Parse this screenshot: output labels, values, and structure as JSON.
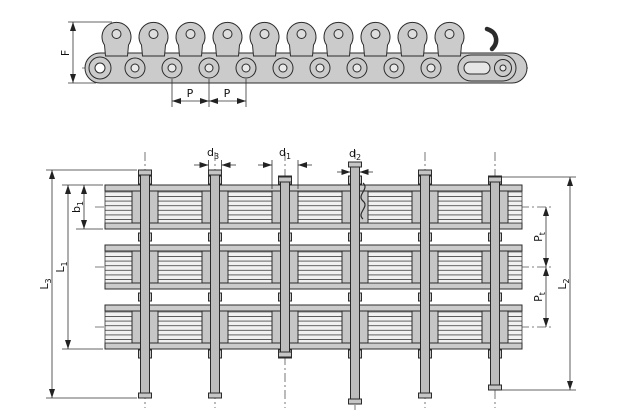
{
  "drawing": {
    "description": "Engineering drawing of a multi-strand scalloped-plate roller chain: side elevation (top) and plan view of triplex strands (bottom) with dimension callouts",
    "background": "#ffffff",
    "line_color": "#2b2b2b",
    "fill_color": "#cbcbcb",
    "views": {
      "side_view": {
        "name": "chain side elevation",
        "dims": {
          "F": "F",
          "P_left": "P",
          "P_right": "P"
        }
      },
      "plan_view": {
        "name": "chain plan view",
        "dims": {
          "d3": {
            "base": "d",
            "sub": "3"
          },
          "d1": {
            "base": "d",
            "sub": "1"
          },
          "d2": {
            "base": "d",
            "sub": "2"
          },
          "b1": {
            "base": "b",
            "sub": "1"
          },
          "L1": {
            "base": "L",
            "sub": "1"
          },
          "L3": {
            "base": "L",
            "sub": "3"
          },
          "L2": {
            "base": "L",
            "sub": "2"
          },
          "Pt_upper": {
            "base": "P",
            "sub": "t"
          },
          "Pt_lower": {
            "base": "P",
            "sub": "t"
          }
        }
      }
    }
  }
}
